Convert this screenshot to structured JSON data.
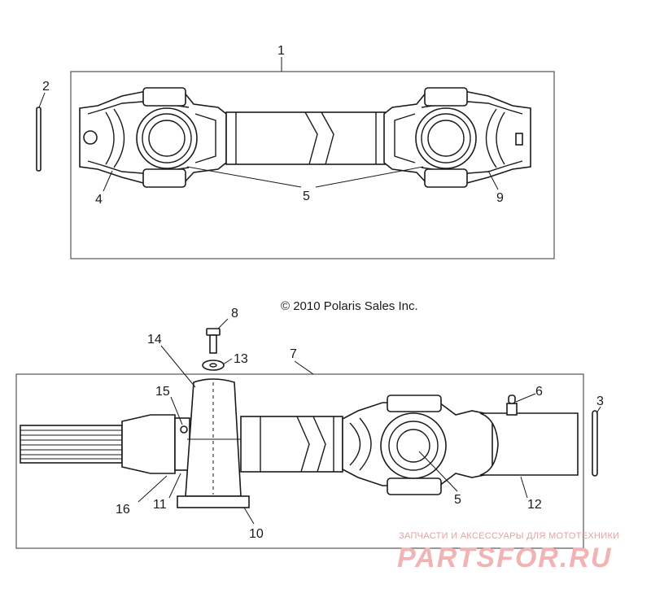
{
  "copyright": "© 2010 Polaris Sales Inc.",
  "callouts": {
    "c1": "1",
    "c2": "2",
    "c3": "3",
    "c4": "4",
    "c5_top": "5",
    "c5_bottom": "5",
    "c6": "6",
    "c7": "7",
    "c8": "8",
    "c9": "9",
    "c10": "10",
    "c11": "11",
    "c12": "12",
    "c13": "13",
    "c14": "14",
    "c15": "15",
    "c16": "16"
  },
  "watermark": {
    "tagline": "ЗАПЧАСТИ И АКСЕССУАРЫ ДЛЯ МОТОТЕХНИКИ",
    "logo": "PARTSFOR.RU"
  },
  "colors": {
    "line": "#1a1a1a",
    "watermark": "#f0b4b4"
  }
}
